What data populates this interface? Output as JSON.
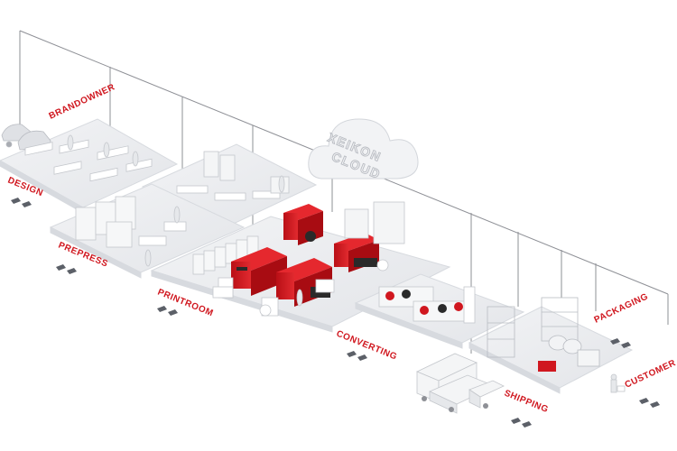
{
  "cloud": {
    "line1": "XEIKON",
    "line2": "CLOUD"
  },
  "stages": [
    {
      "key": "brandowner",
      "label": "BRANDOWNER"
    },
    {
      "key": "design",
      "label": "DESIGN"
    },
    {
      "key": "prepress",
      "label": "PREPRESS"
    },
    {
      "key": "printroom",
      "label": "PRINTROOM"
    },
    {
      "key": "converting",
      "label": "CONVERTING"
    },
    {
      "key": "shipping",
      "label": "SHIPPING"
    },
    {
      "key": "packaging",
      "label": "PACKAGING"
    },
    {
      "key": "customer",
      "label": "CUSTOMER"
    }
  ],
  "colors": {
    "accent_red": "#d0171f",
    "machine_dark": "#2a2a2a",
    "floor": "#eceef1",
    "floor_edge": "#d7dadf",
    "line": "#8e9096",
    "label_icon": "#5c6068"
  }
}
